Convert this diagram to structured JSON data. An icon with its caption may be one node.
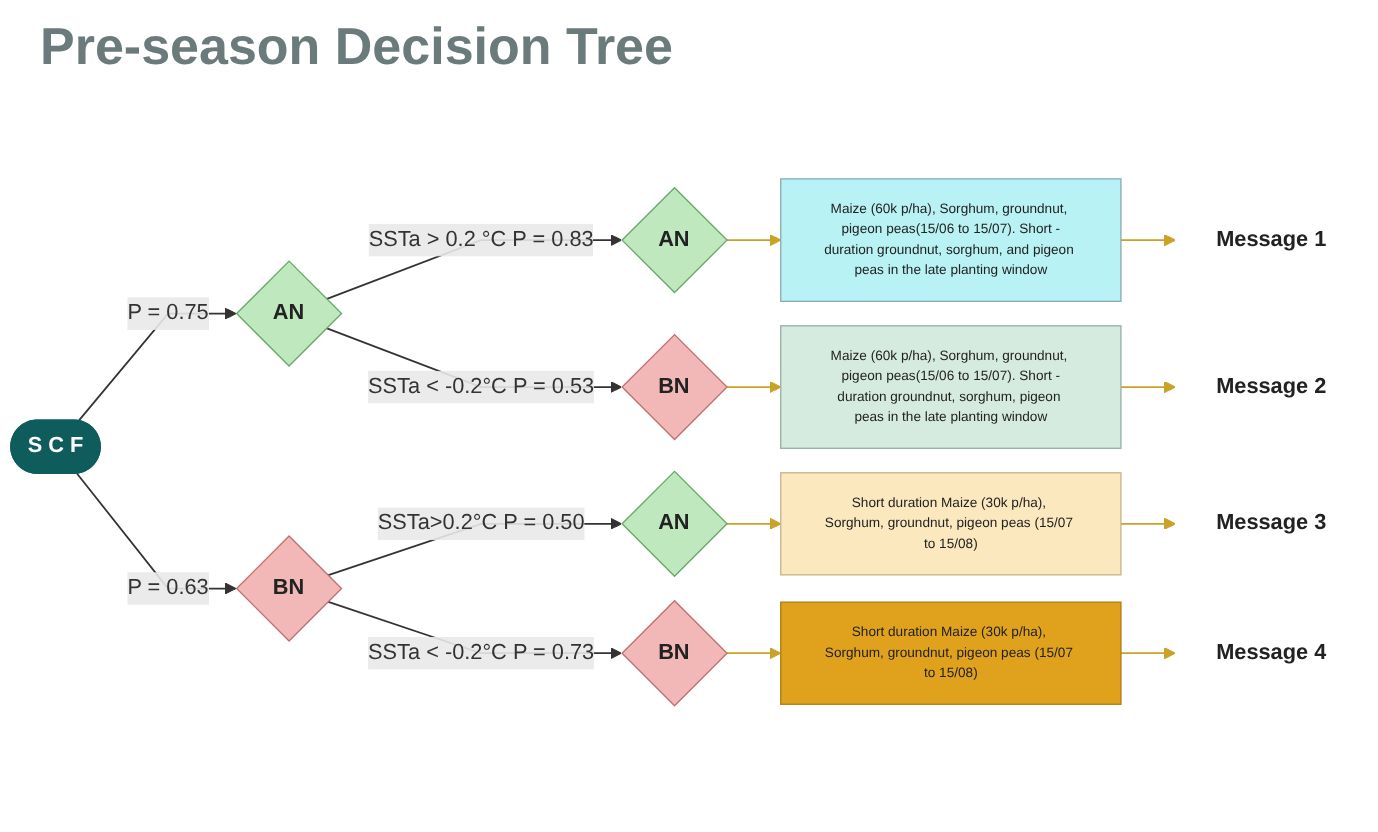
{
  "diagram": {
    "title": "Pre-season Decision Tree",
    "nodes": [
      {
        "text": [
          "S C F"
        ]
      },
      {
        "text": [
          "AN"
        ]
      },
      {
        "text": [
          "BN"
        ]
      },
      {
        "text": [
          "AN"
        ]
      },
      {
        "text": [
          "BN"
        ]
      },
      {
        "text": [
          "AN"
        ]
      },
      {
        "text": [
          "BN"
        ]
      },
      {
        "text": [
          "Maize (60k p/ha), Sorghum, groundnut, pigeon peas(15/06 to 15/07). Short -duration groundnut, sorghum, and pigeon peas in the late planting window"
        ]
      },
      {
        "text": [
          "Maize (60k p/ha), Sorghum, groundnut, pigeon peas(15/06 to 15/07). Short -duration groundnut, sorghum, pigeon peas in the late planting window"
        ]
      },
      {
        "text": [
          "Short duration Maize (30k p/ha), Sorghum, groundnut, pigeon peas (15/07 to 15/08)"
        ]
      },
      {
        "text": [
          "Short duration Maize (30k p/ha), Sorghum, groundnut, pigeon peas (15/07 to 15/08)"
        ]
      },
      {
        "text": [
          "Message 1"
        ]
      },
      {
        "text": [
          "Message 2"
        ]
      },
      {
        "text": [
          "Message 3"
        ]
      },
      {
        "text": [
          "Message 4"
        ]
      }
    ],
    "edges": [
      {
        "from": 0,
        "to": 1,
        "arrow": "to",
        "label": "P = 0.75",
        "color": "#333333"
      },
      {
        "from": 0,
        "to": 2,
        "arrow": "to",
        "label": "P = 0.63",
        "color": "#333333"
      },
      {
        "from": 1,
        "to": 3,
        "arrow": "to",
        "label": "SSTa > 0.2 °C P = 0.83",
        "color": "#333333"
      },
      {
        "from": 1,
        "to": 4,
        "arrow": "to",
        "label": "SSTa < -0.2°C P = 0.53",
        "color": "#333333"
      },
      {
        "from": 2,
        "to": 5,
        "arrow": "to",
        "label": "SSTa>0.2°C P = 0.50",
        "color": "#333333"
      },
      {
        "from": 2,
        "to": 6,
        "arrow": "to",
        "label": "SSTa < -0.2°C P = 0.73",
        "color": "#333333"
      },
      {
        "from": 3,
        "to": 7,
        "arrow": "to"
      },
      {
        "from": 4,
        "to": 8,
        "arrow": "to"
      },
      {
        "from": 5,
        "to": 9,
        "arrow": "to"
      },
      {
        "from": 6,
        "to": 10,
        "arrow": "to"
      },
      {
        "from": 7,
        "to": 11,
        "arrow": "to"
      },
      {
        "from": 8,
        "to": 12,
        "arrow": "to"
      },
      {
        "from": 9,
        "to": 13,
        "arrow": "to"
      },
      {
        "from": 10,
        "to": 14,
        "arrow": "to"
      }
    ]
  }
}
